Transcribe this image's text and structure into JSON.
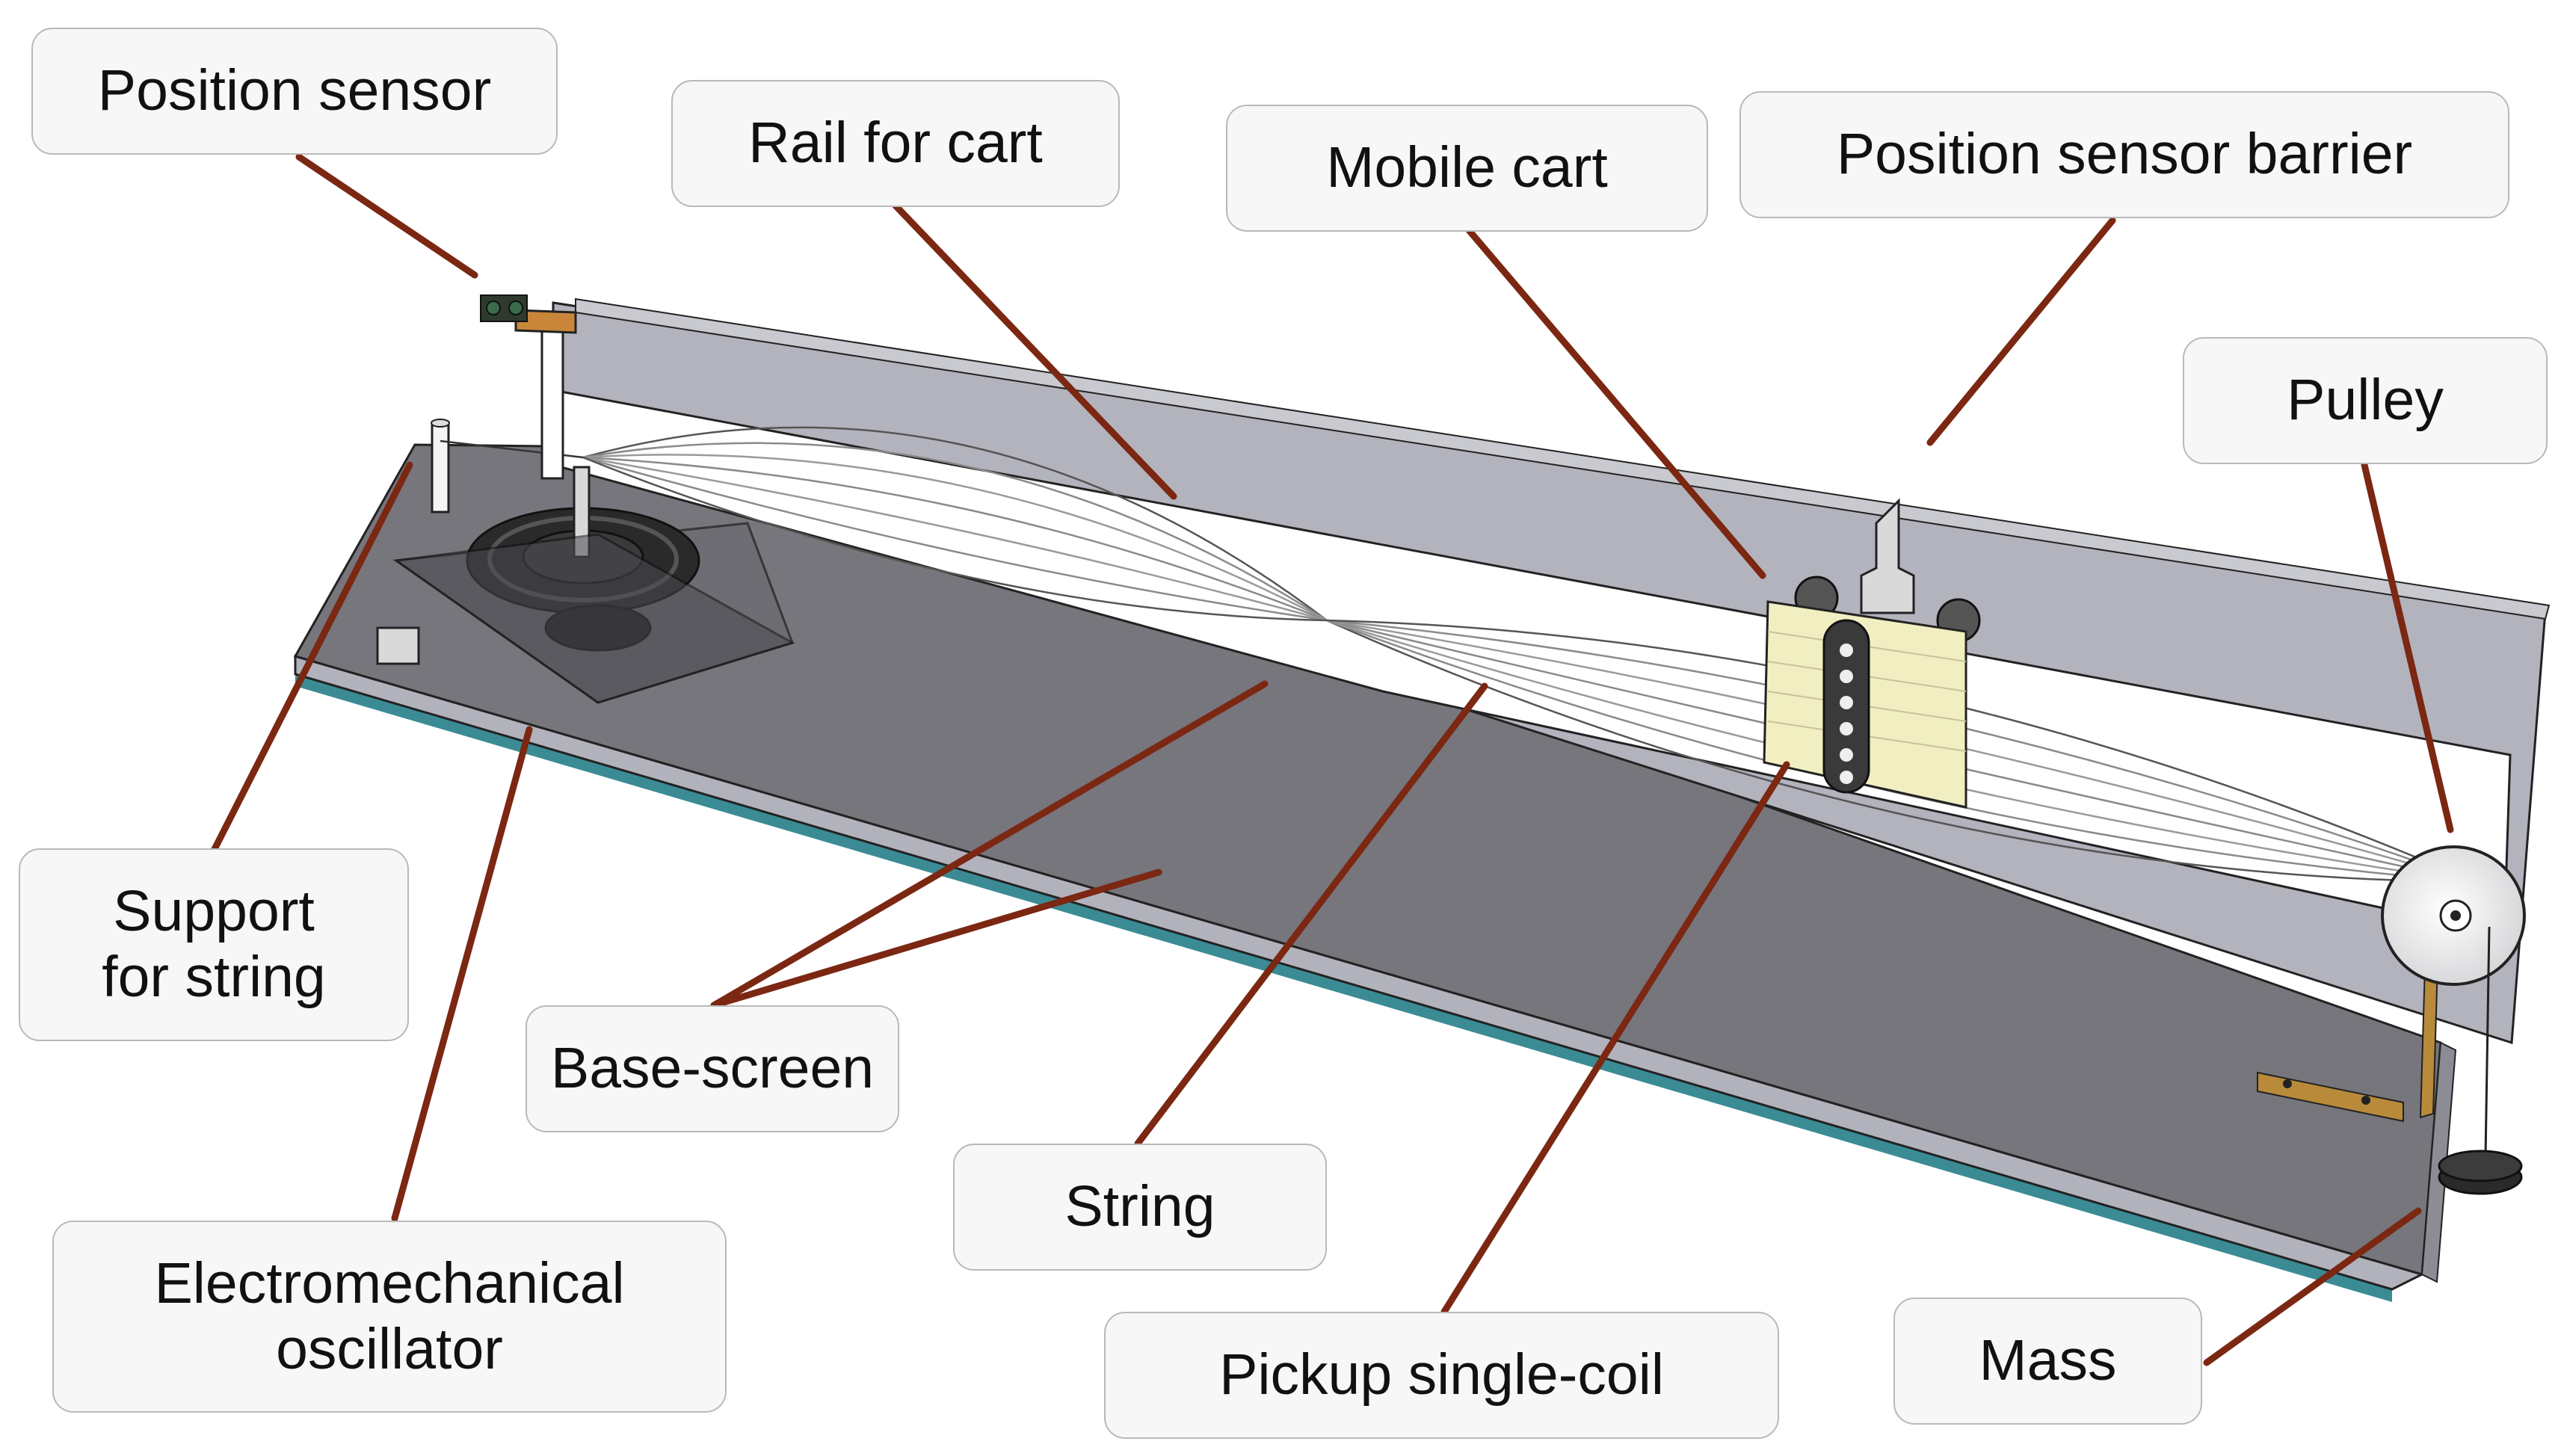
{
  "labels": {
    "position_sensor": "Position sensor",
    "rail_for_cart": "Rail for cart",
    "mobile_cart": "Mobile cart",
    "position_sensor_barrier": "Position sensor barrier",
    "pulley": "Pulley",
    "support_for_string": "Support\nfor string",
    "base_screen": "Base-screen",
    "string": "String",
    "electromechanical_oscillator": "Electromechanical\noscillator",
    "pickup_single_coil": "Pickup single-coil",
    "mass": "Mass"
  },
  "colors": {
    "arrow": "#7b2712",
    "base_top": "#76767c",
    "base_edge": "#b2b2bc",
    "base_bottom_edge": "#3b8b95",
    "wall": "#b3b3bd",
    "screen": "#ffffff",
    "cart": "#f1efc1",
    "label_bg": "#f7f7f7",
    "label_border": "#b9b9b9"
  },
  "icons": [
    "arrow-icon",
    "speaker-icon",
    "pulley-icon",
    "mass-icon",
    "pickup-coil-icon",
    "position-sensor-icon"
  ]
}
